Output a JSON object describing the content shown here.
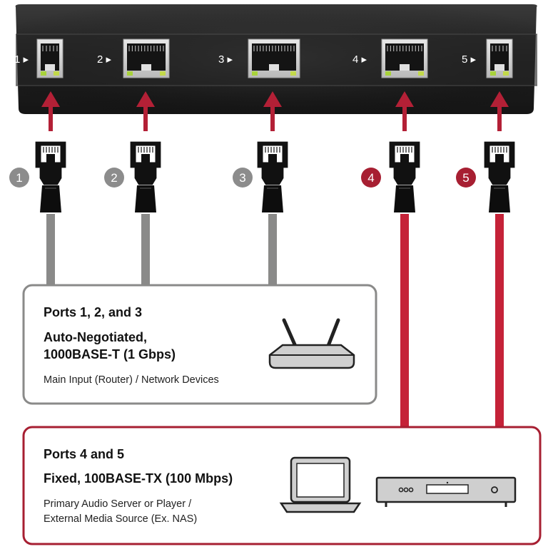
{
  "device": {
    "ports": [
      {
        "label": "1 ▸"
      },
      {
        "label": "2 ▸"
      },
      {
        "label": "3 ▸"
      },
      {
        "label": "4 ▸"
      },
      {
        "label": "5 ▸"
      }
    ]
  },
  "badges": [
    "1",
    "2",
    "3",
    "4",
    "5"
  ],
  "colors": {
    "gigabit_cable": "#8a8a89",
    "fast_cable": "#c52238",
    "badge_gray": "#8c8c8c",
    "badge_red": "#a71f32",
    "accent": "#b32036"
  },
  "box_gigabit": {
    "title": "Ports 1, 2, and 3",
    "line1": "Auto-Negotiated,",
    "line2": "1000BASE-T (1 Gbps)",
    "desc": "Main Input (Router) / Network Devices",
    "icon": "router-icon"
  },
  "box_fast": {
    "title": "Ports 4 and 5",
    "line1": "Fixed, 100BASE-TX (100 Mbps)",
    "desc1": "Primary Audio Server or Player /",
    "desc2": "External Media Source (Ex. NAS)",
    "icons": [
      "laptop-icon",
      "audio-player-icon"
    ]
  }
}
